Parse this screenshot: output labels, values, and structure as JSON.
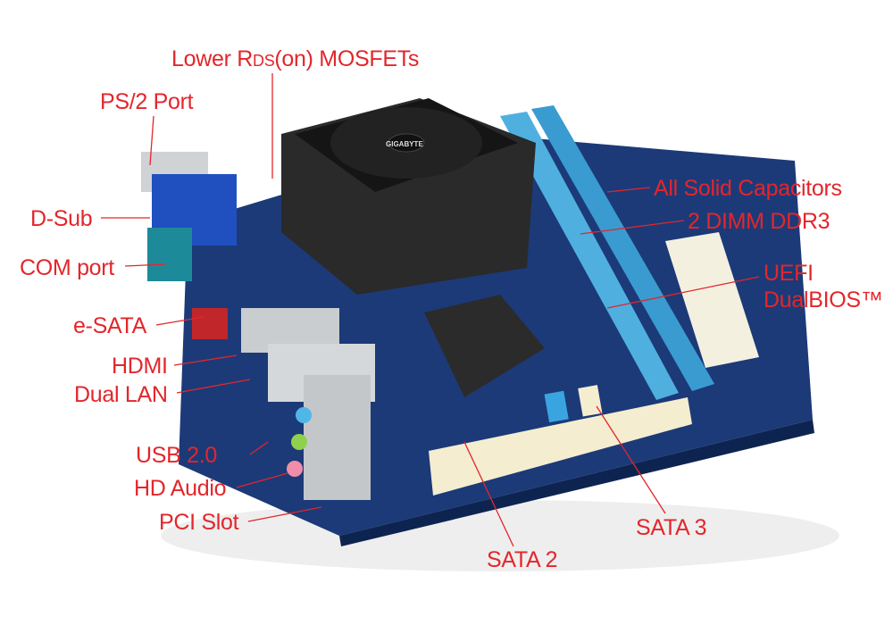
{
  "colors": {
    "label": "#e3262b",
    "board": "#1c3a78",
    "ram": "#4fb0e0",
    "fan": "#1a1a1a"
  },
  "board_brand": "GIGABYTE",
  "labels": {
    "mosfet_prefix": "Lower R",
    "mosfet_sub": "DS",
    "mosfet_suffix": "(on) MOSFETs",
    "ps2": "PS/2 Port",
    "dsub": "D-Sub",
    "com": "COM port",
    "esata": "e-SATA",
    "hdmi": "HDMI",
    "lan": "Dual LAN",
    "usb": "USB 2.0",
    "audio": "HD Audio",
    "pci": "PCI Slot",
    "sata2": "SATA 2",
    "sata3": "SATA 3",
    "caps": "All Solid Capacitors",
    "dimm": "2 DIMM DDR3",
    "uefi1": "UEFI",
    "uefi2": "DualBIOS™"
  }
}
